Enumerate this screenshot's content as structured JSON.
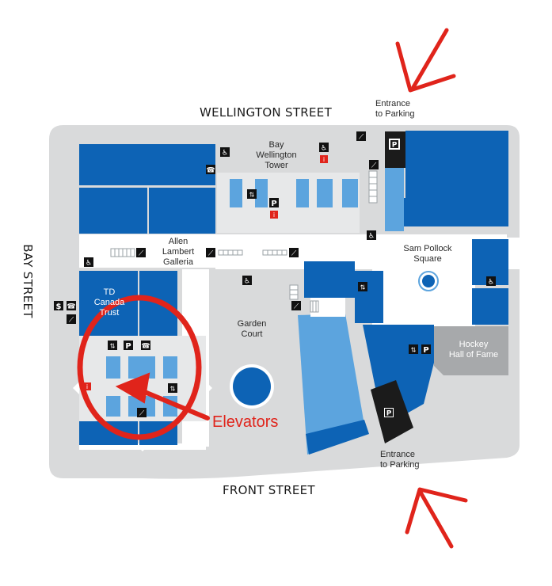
{
  "streets": {
    "north": "WELLINGTON STREET",
    "south": "FRONT STREET",
    "west": "BAY STREET"
  },
  "places": {
    "tower": [
      "Bay",
      "Wellington",
      "Tower"
    ],
    "galleria": [
      "Allen",
      "Lambert",
      "Galleria"
    ],
    "square": [
      "Sam Pollock",
      "Square"
    ],
    "court": [
      "Garden",
      "Court"
    ],
    "hockey": [
      "Hockey",
      "Hall of Fame"
    ],
    "td": [
      "TD",
      "Canada",
      "Trust"
    ]
  },
  "entrances": {
    "north": [
      "Entrance",
      "to Parking"
    ],
    "south": [
      "Entrance",
      "to Parking"
    ]
  },
  "annotation": {
    "label": "Elevators",
    "color": "#e0241b"
  },
  "icons": {
    "parking": "P",
    "money": "$",
    "elevator": "elevator-icon",
    "wheelchair": "wheelchair-icon",
    "phone": "phone-icon",
    "escalator": "escalator-icon",
    "info": "info-icon"
  },
  "colors": {
    "building": "#0d63b5",
    "building_light": "#5ca4de",
    "walkway": "#d9dadb",
    "hall": "#a7a9ab",
    "parking": "#1b1b1b",
    "annotation": "#e0241b"
  }
}
